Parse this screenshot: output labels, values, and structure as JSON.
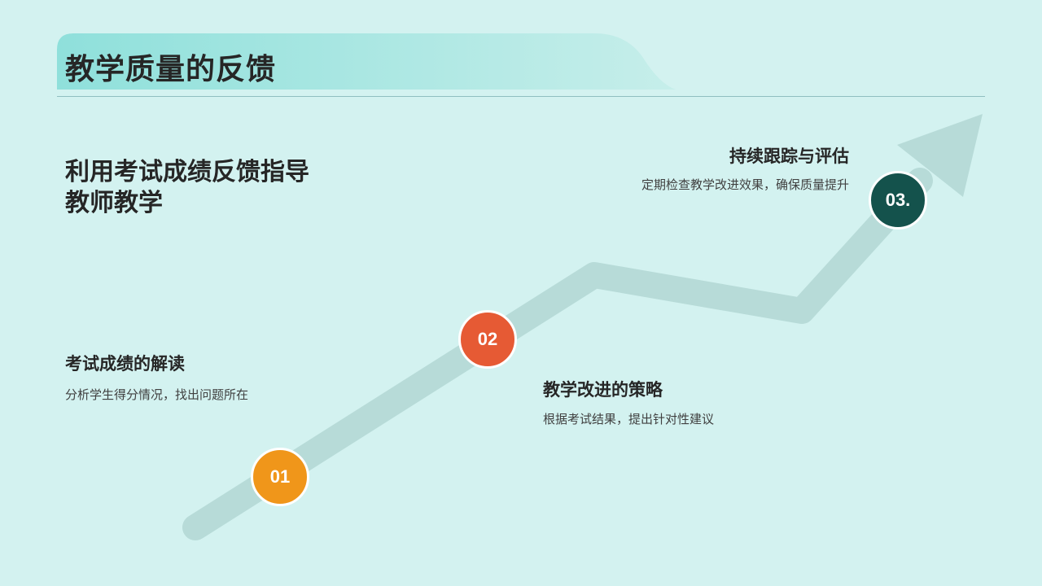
{
  "title": "教学质量的反馈",
  "subtitle": "利用考试成绩反馈指导教师教学",
  "colors": {
    "background": "#d3f2f0",
    "banner_start": "#8fe0db",
    "banner_end": "#c6eeea",
    "arrow": "#b7dbd8",
    "step1": "#f0961a",
    "step2": "#e65a34",
    "step3": "#14524c"
  },
  "steps": [
    {
      "number": "01",
      "heading": "考试成绩的解读",
      "description": "分析学生得分情况，找出问题所在"
    },
    {
      "number": "02",
      "heading": "教学改进的策略",
      "description": "根据考试结果，提出针对性建议"
    },
    {
      "number": "03.",
      "heading": "持续跟踪与评估",
      "description": "定期检查教学改进效果，确保质量提升"
    }
  ]
}
